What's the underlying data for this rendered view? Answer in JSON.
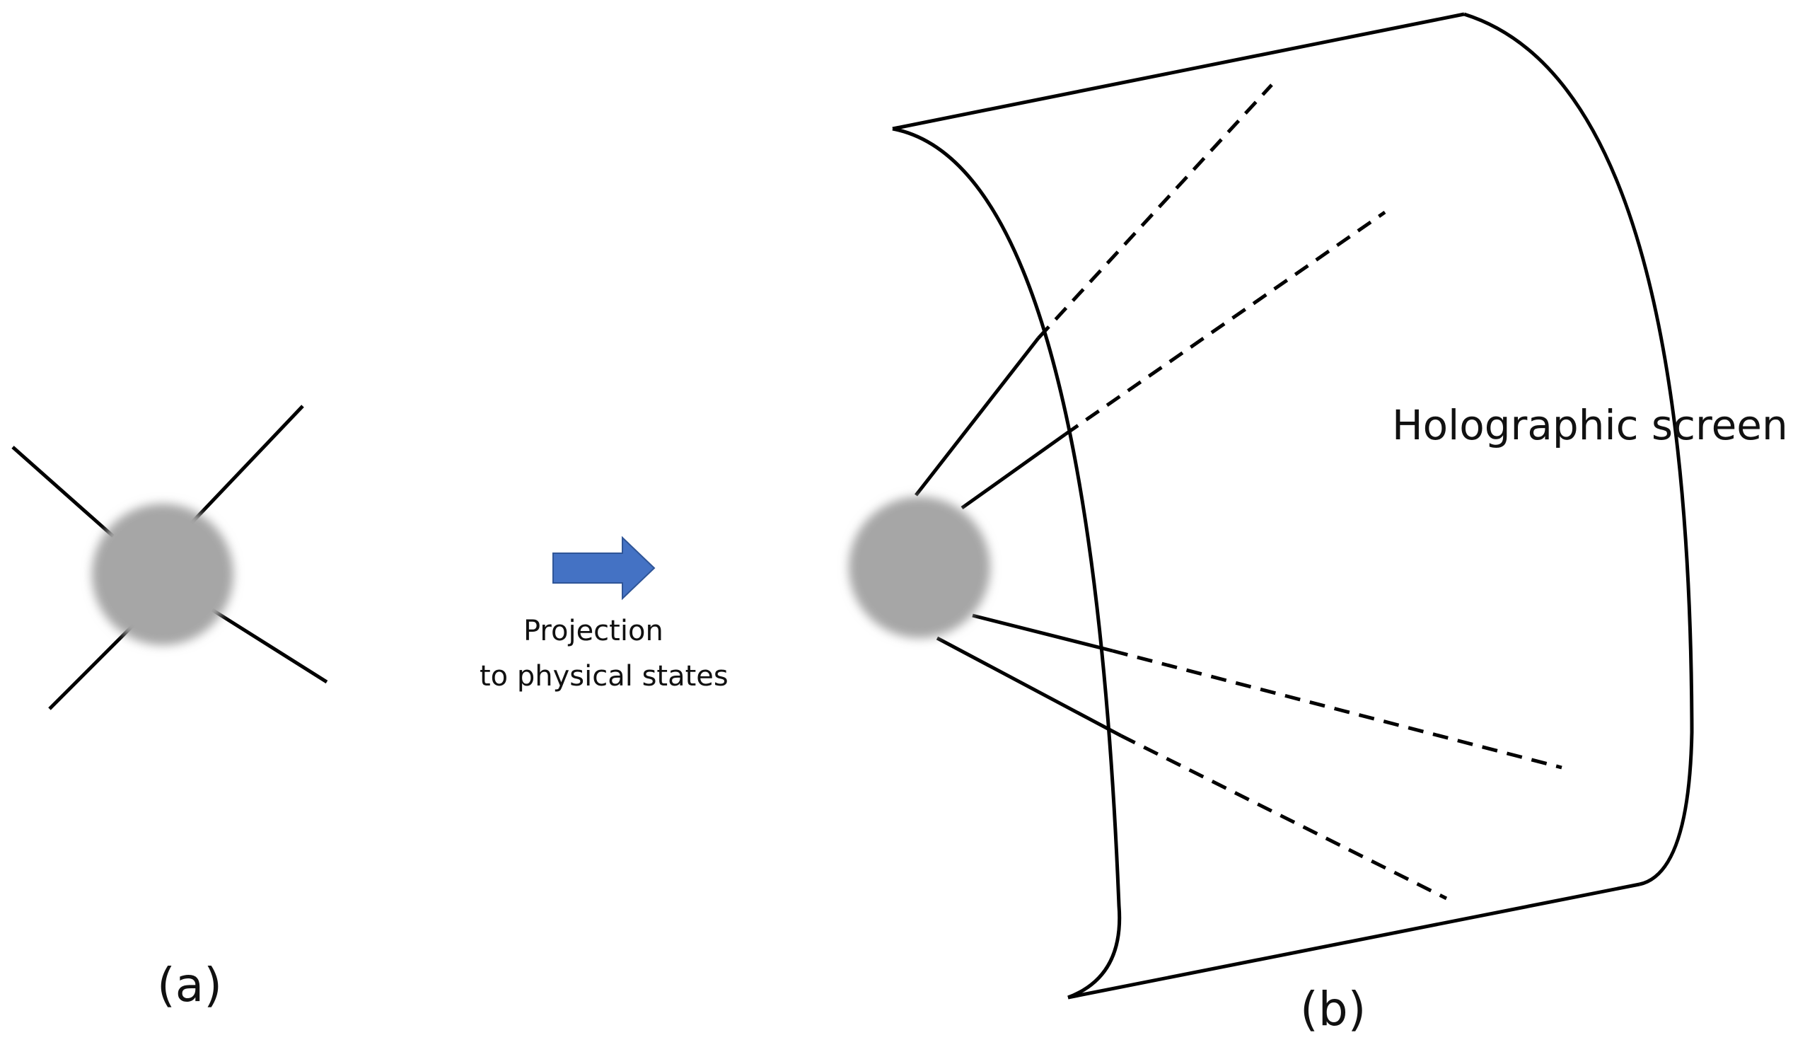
{
  "panel_a": {
    "label": "(a)"
  },
  "arrow": {
    "caption_line1": "Projection",
    "caption_line2": "to physical states",
    "color": "#4472C4"
  },
  "panel_b": {
    "label": "(b)",
    "screen_label": "Holographic screen"
  },
  "colors": {
    "node": "#a6a6a6",
    "lines": "#000000",
    "background": "#ffffff"
  }
}
